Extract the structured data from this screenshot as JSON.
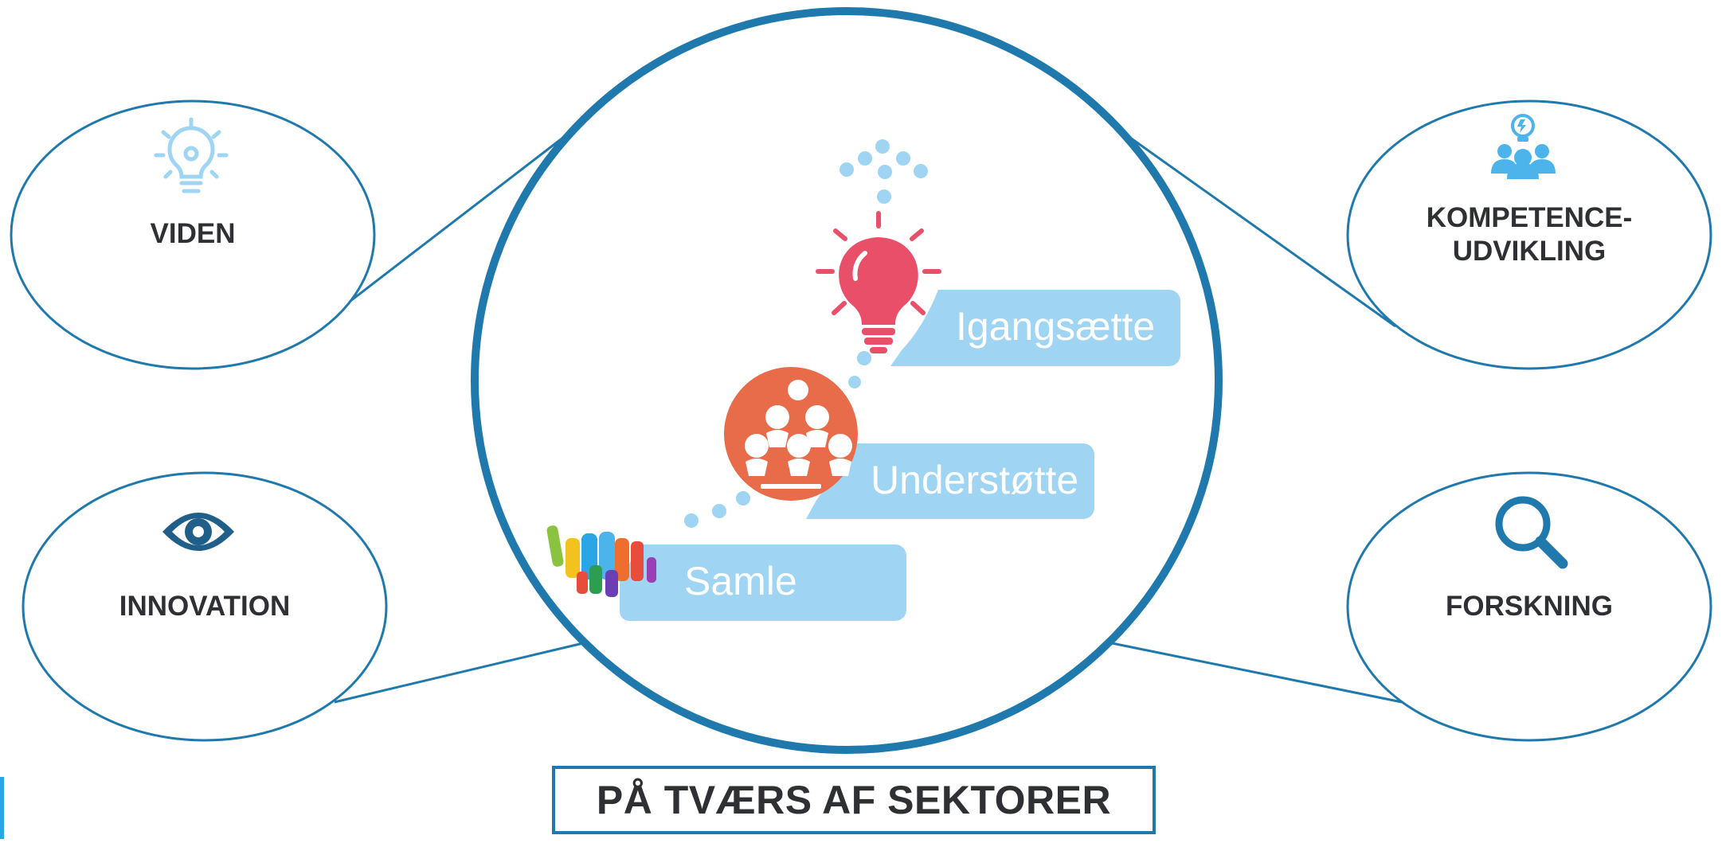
{
  "nodes": {
    "viden": "VIDEN",
    "innovation": "INNOVATION",
    "kompetence_line1": "KOMPETENCE-",
    "kompetence_line2": "UDVIKLING",
    "forskning": "FORSKNING"
  },
  "steps": {
    "igangsaette": "Igangsætte",
    "understotte": "Understøtte",
    "samle": "Samle"
  },
  "footer": {
    "label": "PÅ TVÆRS AF SEKTORER"
  },
  "colors": {
    "outline_blue": "#1f79ad",
    "light_blue": "#9fd5f3",
    "icon_blue": "#4cb4ea",
    "bulb_red": "#ea4f6a",
    "orange": "#e86b4a",
    "dark_text": "#2f3033"
  },
  "icons": {
    "viden": "lightbulb-gear-icon",
    "innovation": "eye-icon",
    "kompetence": "team-idea-icon",
    "forskning": "magnifier-icon"
  }
}
